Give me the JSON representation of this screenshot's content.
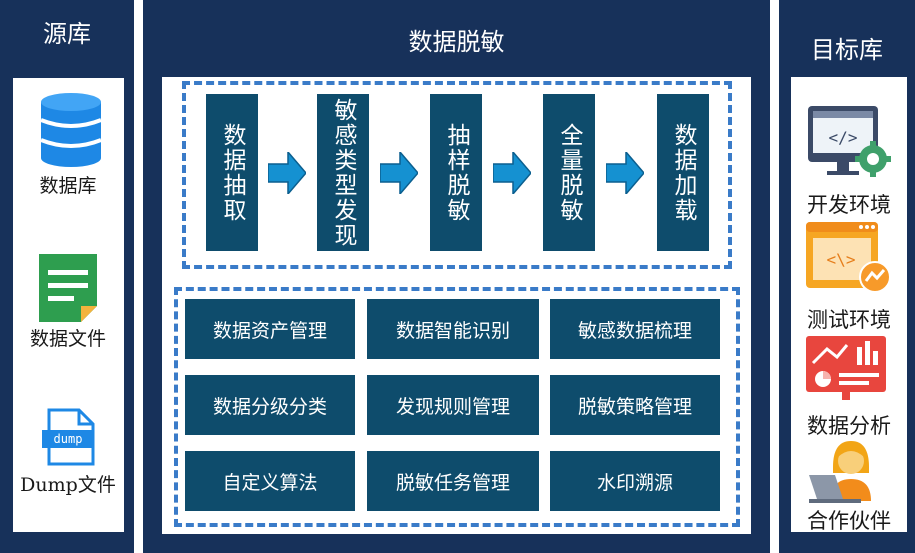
{
  "source": {
    "title": "源库",
    "items": [
      {
        "label": "数据库",
        "icon": "database-icon"
      },
      {
        "label": "数据文件",
        "icon": "document-icon"
      },
      {
        "label": "Dump文件",
        "icon": "dump-file-icon",
        "badge": "dump"
      }
    ]
  },
  "center": {
    "title": "数据脱敏",
    "steps": [
      "数据抽取",
      "敏感类型发现",
      "抽样脱敏",
      "全量脱敏",
      "数据加载"
    ],
    "functions": [
      [
        "数据资产管理",
        "数据智能识别",
        "敏感数据梳理"
      ],
      [
        "数据分级分类",
        "发现规则管理",
        "脱敏策略管理"
      ],
      [
        "自定义算法",
        "脱敏任务管理",
        "水印溯源"
      ]
    ]
  },
  "target": {
    "title": "目标库",
    "items": [
      {
        "label": "开发环境",
        "icon": "dev-monitor-gear-icon"
      },
      {
        "label": "测试环境",
        "icon": "test-window-icon"
      },
      {
        "label": "数据分析",
        "icon": "analytics-dashboard-icon"
      },
      {
        "label": "合作伙伴",
        "icon": "partner-laptop-person-icon"
      }
    ]
  },
  "colors": {
    "panel": "#17315a",
    "step_box": "#0e4c6c",
    "dash": "#3a7bc8",
    "arrow": "#1591d1"
  }
}
